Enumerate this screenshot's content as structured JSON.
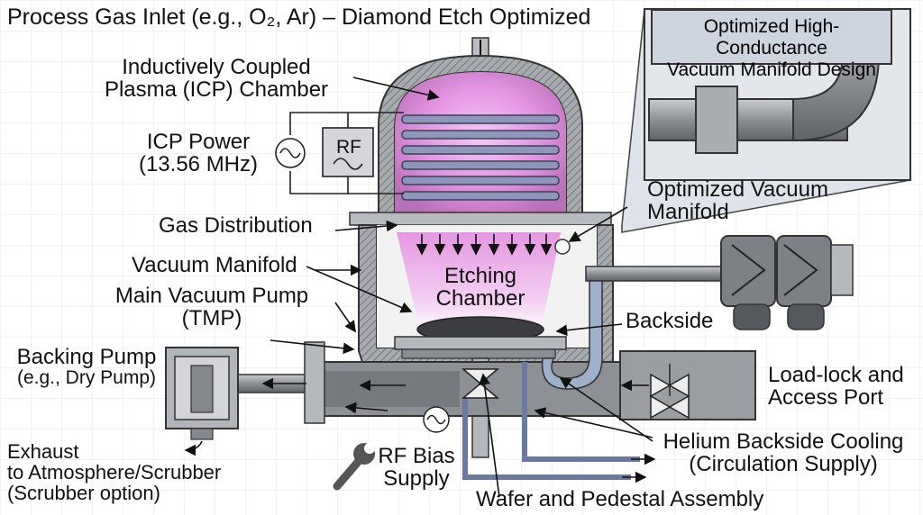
{
  "title": "Process Gas Inlet (e.g., O₂, Ar) – Diamond Etch Optimized",
  "inset": {
    "title_line1": "Optimized High-Conductance",
    "title_line2": "Vacuum Manifold Design"
  },
  "labels": {
    "icp_chamber_1": "Inductively Coupled",
    "icp_chamber_2": "Plasma (ICP) Chamber",
    "icp_power_1": "ICP Power",
    "icp_power_2": "(13.56 MHz)",
    "rf": "RF",
    "gas_distribution": "Gas Distribution",
    "vacuum_manifold": "Vacuum Manifold",
    "main_pump_1": "Main Vacuum Pump",
    "main_pump_2": "(TMP)",
    "backing_pump_1": "Backing Pump",
    "backing_pump_2": "(e.g., Dry Pump)",
    "exhaust_1": "Exhaust",
    "exhaust_2": "to Atmosphere/Scrubber",
    "exhaust_3": "(Scrubber option)",
    "rf_bias_1": "RF Bias",
    "rf_bias_2": "Supply",
    "wafer_assembly": "Wafer and Pedestal Assembly",
    "helium_1": "Helium Backside Cooling",
    "helium_2": "(Circulation Supply)",
    "loadlock_1": "Load-lock and",
    "loadlock_2": "Access Port",
    "backside": "Backside",
    "opt_manifold_1": "Optimized Vacuum",
    "opt_manifold_2": "Manifold",
    "etching_1": "Etching",
    "etching_2": "Chamber"
  },
  "colors": {
    "plasma": "#d98fd8",
    "steel": "#9a9da2",
    "steel_dark": "#6f7378",
    "coil": "#8e97b8",
    "inset_bg": "#cdd4dd",
    "grid": "#e4e4e4"
  }
}
